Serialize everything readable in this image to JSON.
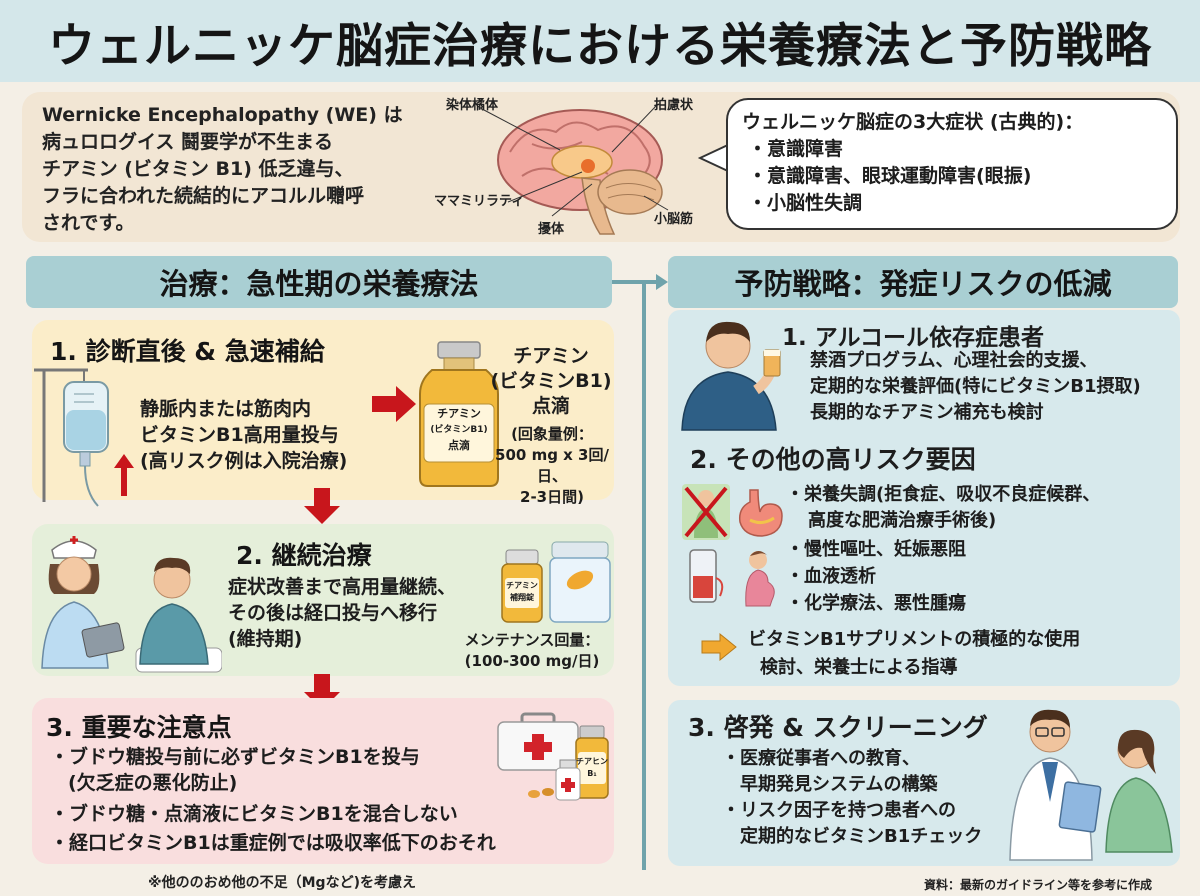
{
  "title": "ウェルニッケ脳症治療における栄養療法と予防戦略",
  "intro": {
    "lines": [
      "Wernicke Encephalopathy (WE) は",
      "病ュロログイス 鬪要学が不生まる",
      "チアミン (ビタミン B1) 低乏違与、",
      "フラに合われた続結的にアコルル囎呼",
      "されです。"
    ],
    "brain_labels": {
      "top_left": "染体橘体",
      "top_right": "拍慮状",
      "bottom_left": "ママミリラティ",
      "bottom_mid": "擾体",
      "bottom_right": "小脳筋"
    }
  },
  "symptoms": {
    "title": "ウェルニッケ脳症の3大症状 (古典的)：",
    "items": [
      "意識障害",
      "意識障害、眼球運動障害(眼振)",
      "小脳性失調"
    ]
  },
  "treatment": {
    "header": "治療：急性期の栄養療法",
    "step1": {
      "title": "1. 診断直後 & 急速補給",
      "text": [
        "静脈内または筋肉内",
        "ビタミンB1高用量投与",
        "(高リスク例は入院治療)"
      ],
      "bottle_label": [
        "チアミン",
        "(ビタミンB1)",
        "点滴"
      ],
      "drug_name": [
        "チアミン",
        "(ビタミンB1)",
        "点滴"
      ],
      "dose": [
        "(回象量例：",
        "500 mg x 3回/日、",
        "2-3日間)"
      ]
    },
    "step2": {
      "title": "2. 継続治療",
      "text": [
        "症状改善まで高用量継続、",
        "その後は経口投与へ移行",
        "(維持期)"
      ],
      "bottle_label": [
        "チアミン",
        "補翔錠"
      ],
      "dose": [
        "メンテナンス回量：",
        "(100-300 mg/日)"
      ]
    },
    "step3": {
      "title": "3. 重要な注意点",
      "items": [
        "ブドウ糖投与前に必ずビタミンB1を投与",
        "ブドウ糖・点滴液にビタミンB1を混合しない",
        "経口ビタミンB1は重症例では吸収率低下のおそれ"
      ],
      "item1_sub": "(欠乏症の悪化防止)",
      "bottle_label": [
        "チアヒン",
        "B₁"
      ]
    },
    "footnote": "※他ののおめ他の不足（Mgなど)を考慮え"
  },
  "prevention": {
    "header": "予防戦略：発症リスクの低減",
    "item1": {
      "title": "1. アルコール依存症患者",
      "lines": [
        "禁酒プログラム、心理社会的支援、",
        "定期的な栄養評価(特にビタミンB1摂取)",
        "長期的なチアミン補充も検討"
      ]
    },
    "item2": {
      "title": "2. その他の高リスク要因",
      "risk1": [
        "・栄養失調(拒食症、吸収不良症候群、",
        "高度な肥満治療手術後)"
      ],
      "risks": [
        "慢性嘔吐、妊娠悪阻",
        "血液透析",
        "化学療法、悪性腫瘍"
      ],
      "action": [
        "ビタミンB1サプリメントの積極的な使用",
        "検討、栄養士による指導"
      ]
    },
    "item3": {
      "title": "3. 啓発 & スクリーニング",
      "items": [
        [
          "医療従事者への教育、",
          "早期発見システムの構築"
        ],
        [
          "リスク因子を持つ患者への",
          "定期的なビタミンB1チェック"
        ]
      ]
    },
    "source": "資料：最新のガイドライン等を参考に作成"
  },
  "colors": {
    "title_band": "#d4e7ea",
    "section_header": "#a9cfd3",
    "step1_bg": "#fbedc9",
    "step2_bg": "#e5efda",
    "step3_bg": "#f9dede",
    "prevention_bg": "#d7e9ec",
    "arrow_red": "#c8161c",
    "arrow_orange": "#f0a830"
  }
}
